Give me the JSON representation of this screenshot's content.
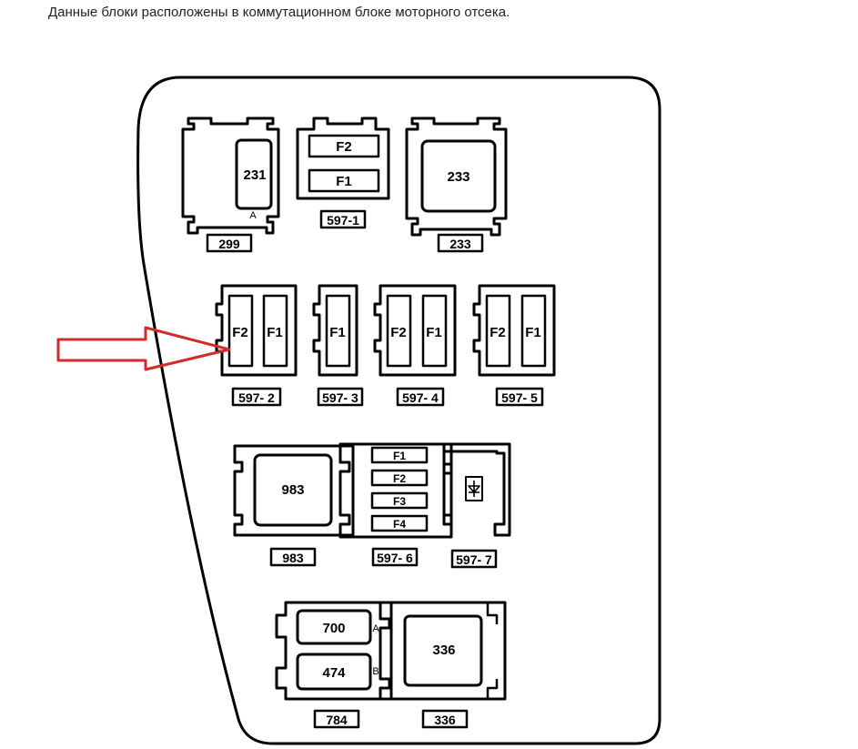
{
  "caption": "Данные блоки расположены в коммутационном блоке моторного отсека.",
  "colors": {
    "outline": "#000000",
    "arrow": "#d42a2a",
    "background": "#ffffff"
  },
  "blocks": {
    "b299": {
      "inner": "231",
      "marker": "A",
      "label": "299"
    },
    "b597_1": {
      "top": "F2",
      "bottom": "F1",
      "label": "597-1"
    },
    "b233": {
      "inner": "233",
      "label": "233"
    },
    "b597_2": {
      "left": "F2",
      "right": "F1",
      "label": "597- 2"
    },
    "b597_3": {
      "fuse": "F1",
      "label": "597- 3"
    },
    "b597_4": {
      "left": "F2",
      "right": "F1",
      "label": "597- 4"
    },
    "b597_5": {
      "left": "F2",
      "right": "F1",
      "label": "597- 5"
    },
    "b983": {
      "inner": "983",
      "label": "983"
    },
    "b597_6": {
      "fuses": [
        "F1",
        "F2",
        "F3",
        "F4"
      ],
      "label": "597- 6"
    },
    "b597_7": {
      "icon": "diode-icon",
      "label": "597- 7"
    },
    "b784": {
      "top": "700",
      "top_marker": "A",
      "bottom": "474",
      "bottom_marker": "B",
      "label": "784"
    },
    "b336": {
      "inner": "336",
      "label": "336"
    }
  },
  "arrow": {
    "icon": "arrow-right-icon",
    "points_to": "597- 2"
  }
}
